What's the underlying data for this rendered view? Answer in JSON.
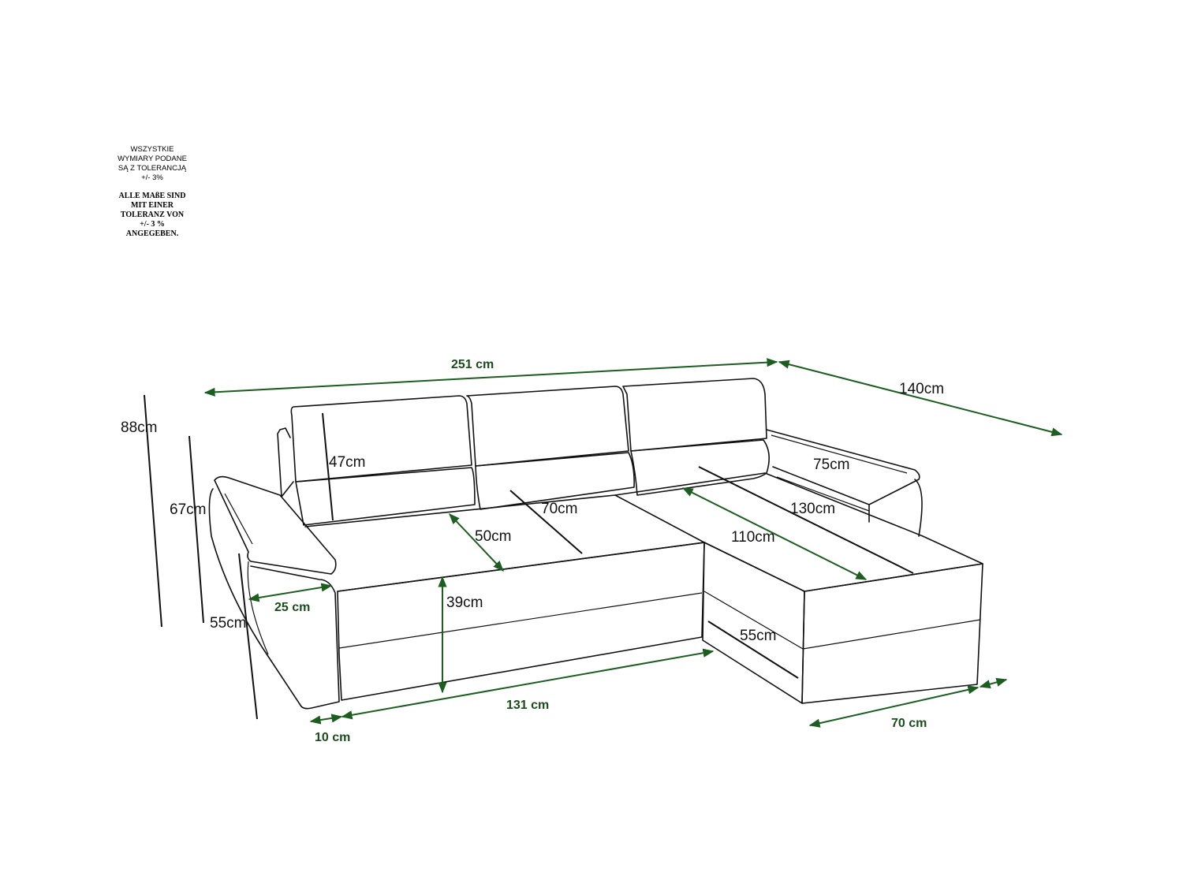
{
  "tolerance_note": {
    "polish": [
      "WSZYSTKIE",
      "WYMIARY PODANE",
      "SĄ Z TOLERANCJĄ",
      "+/- 3%"
    ],
    "german": [
      "ALLE MAßE SIND",
      "MIT EINER",
      "TOLERANZ VON",
      "+/- 3 %",
      "ANGEGEBEN."
    ]
  },
  "colors": {
    "dimension_arrow": "#1b5e20",
    "outline": "#111111",
    "background": "#ffffff"
  },
  "dimensions": {
    "total_width": "251 cm",
    "total_depth": "140cm",
    "total_height": "88cm",
    "armrest_height": "67cm",
    "side_height": "55cm",
    "backrest_height": "47cm",
    "seat_back_depth": "70cm",
    "seat_depth": "50cm",
    "armrest_width": "25 cm",
    "seat_height": "39cm",
    "seat_width": "131 cm",
    "leg_offset": "10 cm",
    "right_armrest_length": "75cm",
    "chaise_length": "130cm",
    "chaise_seat_length": "110cm",
    "chaise_side_height": "55cm",
    "chaise_width": "70 cm"
  }
}
